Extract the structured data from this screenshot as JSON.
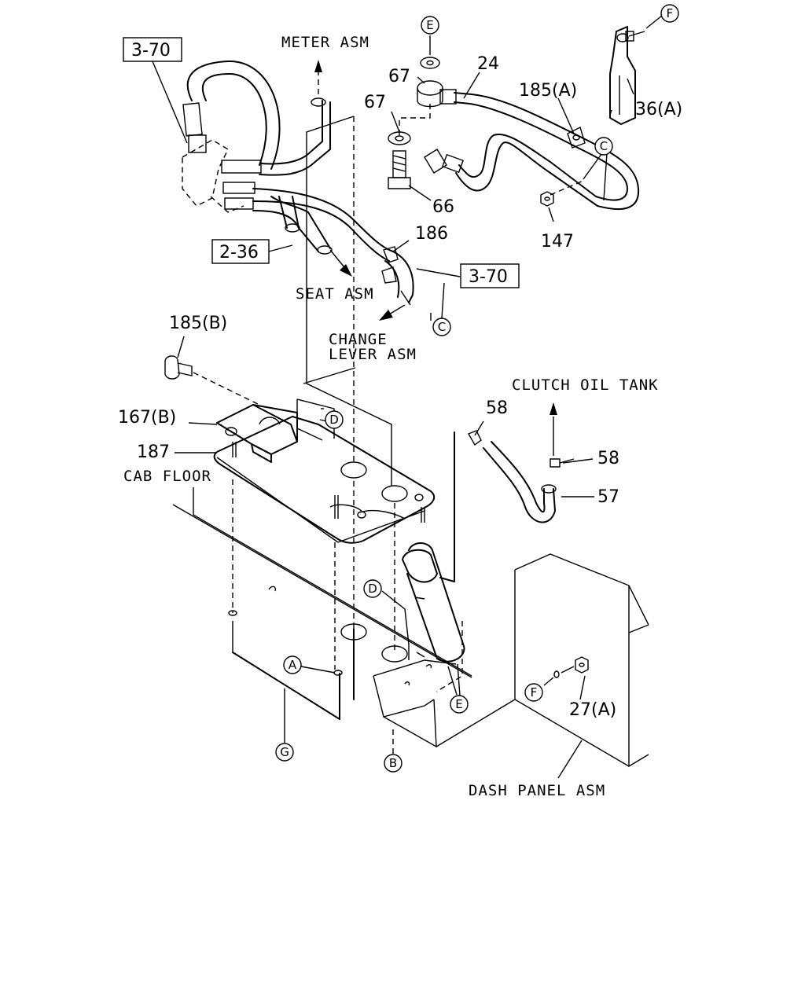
{
  "ref_boxes": {
    "ref_3_70_top": "3-70",
    "ref_2_36": "2-36",
    "ref_3_70_right": "3-70"
  },
  "assemblies": {
    "meter_asm": "METER ASM",
    "seat_asm": "SEAT ASM",
    "change_lever_line1": "CHANGE",
    "change_lever_line2": "LEVER ASM",
    "clutch_oil_tank": "CLUTCH OIL TANK",
    "cab_floor": "CAB FLOOR",
    "dash_panel_asm": "DASH PANEL ASM"
  },
  "part_numbers": {
    "p24": "24",
    "p67_top": "67",
    "p67_mid": "67",
    "p66": "66",
    "p185a": "185(A)",
    "p36a": "36(A)",
    "p147": "147",
    "p186": "186",
    "p185b": "185(B)",
    "p167b": "167(B)",
    "p187": "187",
    "p58_left": "58",
    "p58_right": "58",
    "p57": "57",
    "p27a": "27(A)"
  },
  "callouts": {
    "e_top": "E",
    "f_top": "F",
    "c_right": "C",
    "c_lower": "C",
    "d_upper": "D",
    "d_lower": "D",
    "a": "A",
    "e_lower": "E",
    "f_lower": "F",
    "g": "G",
    "b": "B"
  }
}
